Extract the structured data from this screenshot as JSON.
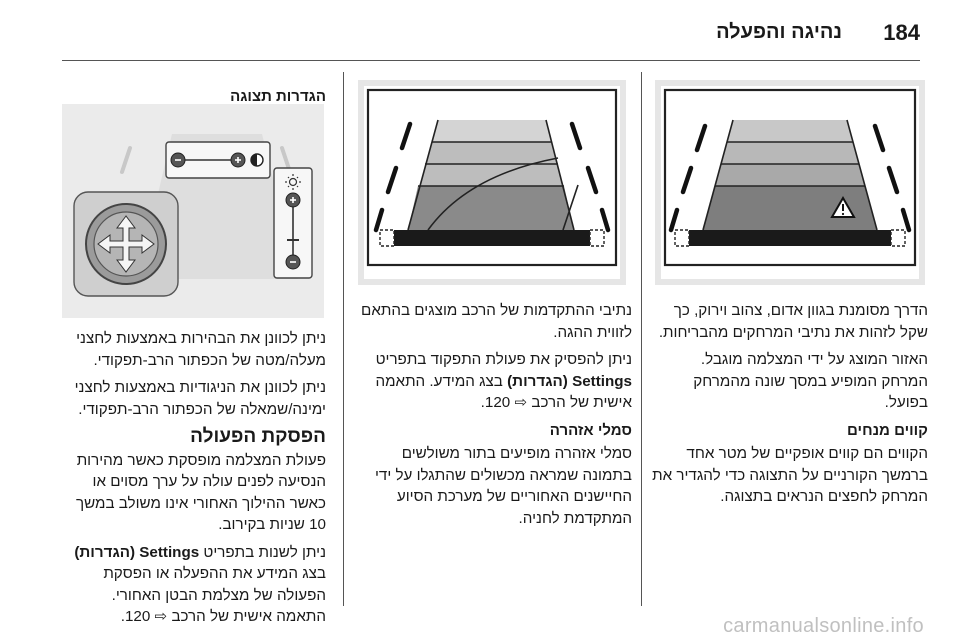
{
  "header": {
    "page_number": "184",
    "title": "נהיגה והפעלה"
  },
  "columns": {
    "right": {
      "para1": "הדרך מסומנת בגוון אדום, צהוב וירוק, כך שקל לזהות את נתיבי המרחקים מהבריחות.",
      "para2": "האזור המוצג על ידי המצלמה מוגבל. המרחק המופיע במסך שונה מהמרחק בפועל.",
      "heading": "קווים מנחים",
      "para3": "הקווים הם קווים אופקיים של מטר אחד ברמשך הקורניים על התצוגה כדי להגדיר את המרחק לחפצים הנראים בתצוגה."
    },
    "middle": {
      "para1": "נתיבי ההתקדמות של הרכב מוצגים בהתאם לזווית ההגה.",
      "para2_pre": "ניתן להפסיק את פעולת התפקוד בתפריט",
      "settings_label": "Settings (הגדרות)",
      "para2_post": "בצג המידע. התאמה אישית של הרכב ⇨ 120.",
      "heading": "סמלי אזהרה",
      "para3": "סמלי אזהרה מופיעים בתור משולשים בתמונה שמראה מכשולים שהתגלו על ידי החיישנים האחוריים של מערכת הסיוע המתקדמת לחניה."
    },
    "left": {
      "heading_top": "הגדרות תצוגה",
      "para1": "ניתן לכוונן את הבהירות באמצעות לחצני מעלה/מטה של הכפתור הרב-תפקודי.",
      "para2": "ניתן לכוונן את הניגודיות באמצעות לחצני ימינה/שמאלה של הכפתור הרב-תפקודי.",
      "heading_big": "הפסקת הפעולה",
      "para3": "פעולת המצלמה מופסקת כאשר מהירות הנסיעה לפנים עולה על ערך מסוים או כאשר ההילוך האחורי אינו משולב במשך 10 שניות בקירוב.",
      "para4_pre": "ניתן לשנות בתפריט",
      "settings_label": "Settings (הגדרות)",
      "para4_post": "בצג המידע את ההפעלה או הפסקת הפעולה של מצלמת הבטן האחורי. התאמה אישית של הרכב ⇨ 120."
    }
  },
  "icons": {
    "warning": "warning-triangle-icon",
    "crossref": "arrow-ref-icon",
    "brightness": "sun-icon",
    "contrast": "contrast-icon",
    "multifunction": "four-way-knob-icon"
  },
  "watermark": "carmanualsonline.info"
}
